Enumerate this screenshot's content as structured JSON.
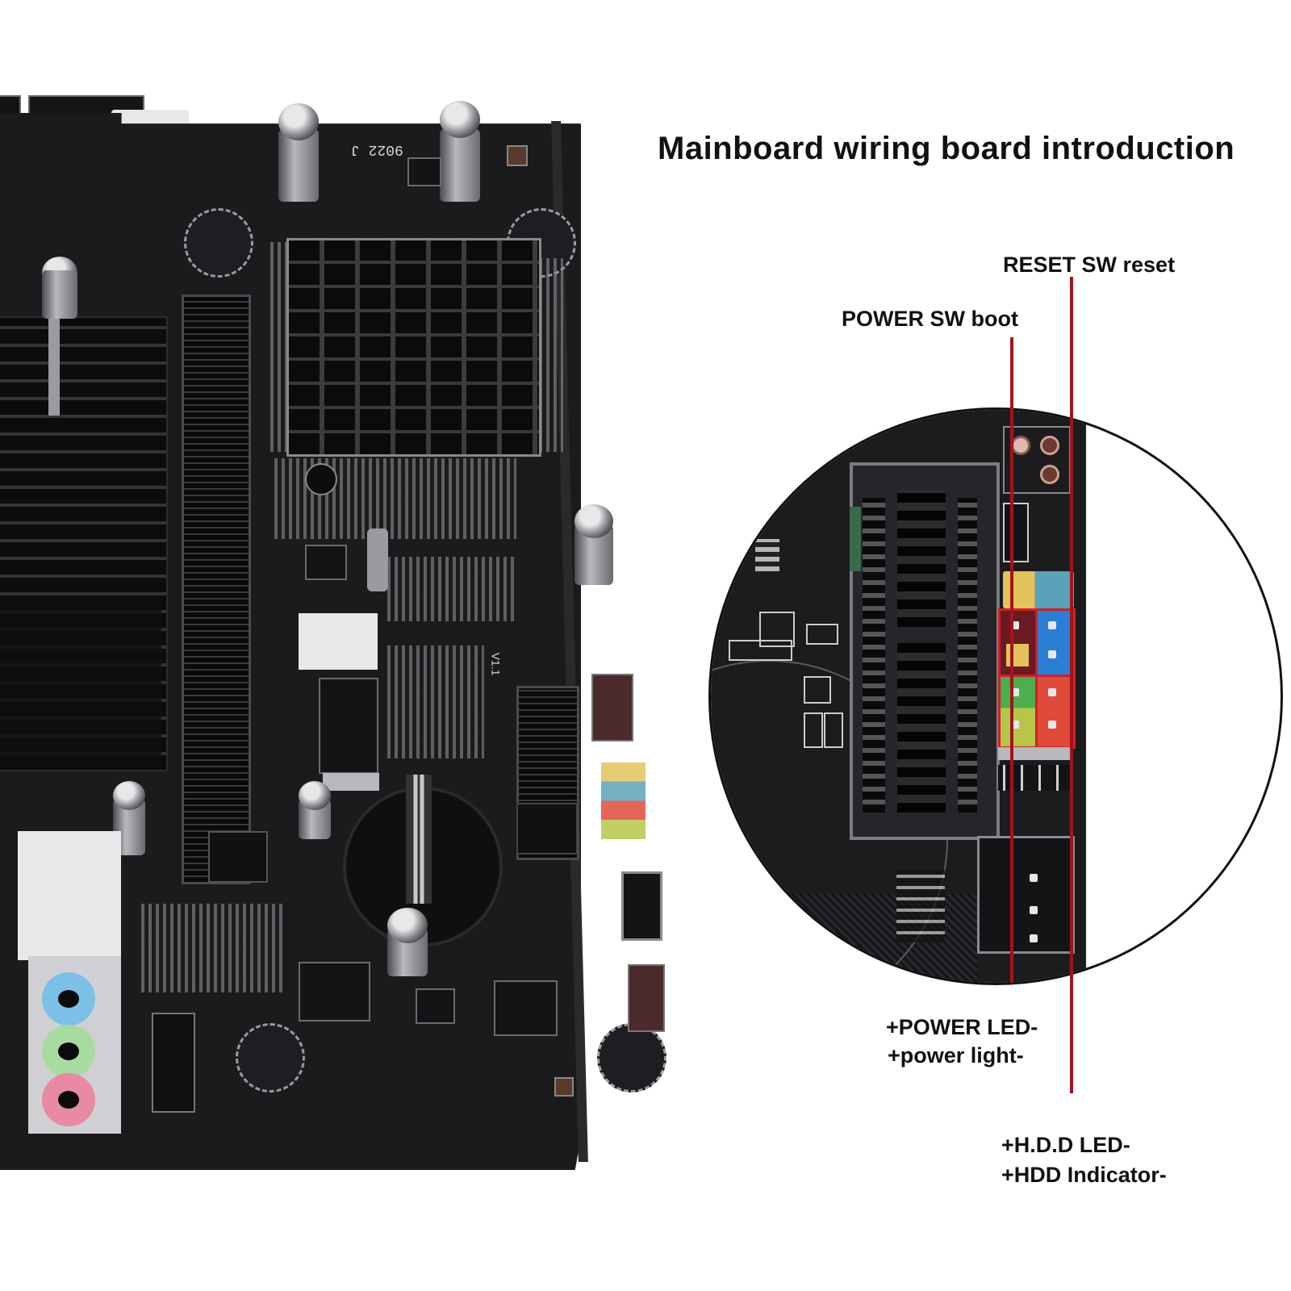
{
  "title": "Mainboard wiring board introduction",
  "labels": {
    "reset_sw": "RESET SW reset",
    "power_sw": "POWER SW boot",
    "power_led": "+POWER LED-",
    "power_light": "+power light-",
    "hdd_led": "+H.D.D LED-",
    "hdd_indicator": "+HDD Indicator-"
  },
  "board_markings": {
    "silkscreen_code": "9022 J",
    "board_version": "V1.1"
  },
  "colors": {
    "leader_line": "#a2141c",
    "highlight_box": "#d0202a",
    "pcb": "#1b1b1d",
    "pin_yellow": "#e3c35a",
    "pin_teal": "#5aa2b8",
    "pin_blue": "#2a7fd4",
    "pin_green": "#4cae4c",
    "pin_lime": "#b7c64a",
    "pin_red": "#e04a3a",
    "audio_blue": "#7cc0e8",
    "audio_green": "#a8dba0",
    "audio_pink": "#e88aa4"
  }
}
